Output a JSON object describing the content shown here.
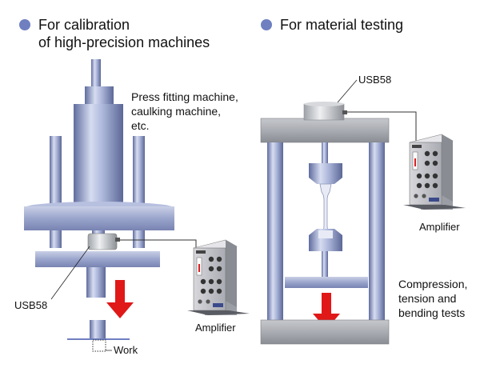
{
  "left": {
    "heading_line1": "For calibration",
    "heading_line2": "of high-precision machines",
    "machine_line1": "Press fitting machine,",
    "machine_line2": "caulking machine,",
    "machine_line3": "etc.",
    "sensor_label": "USB58",
    "amplifier_label": "Amplifier",
    "work_label": "Work"
  },
  "right": {
    "heading": "For material testing",
    "sensor_label": "USB58",
    "amplifier_label": "Amplifier",
    "tests_line1": "Compression,",
    "tests_line2": "tension and",
    "tests_line3": "bending tests"
  },
  "colors": {
    "accent": "#6f7fc0",
    "arrow": "#e01818",
    "steel": "#8e9ac4"
  }
}
